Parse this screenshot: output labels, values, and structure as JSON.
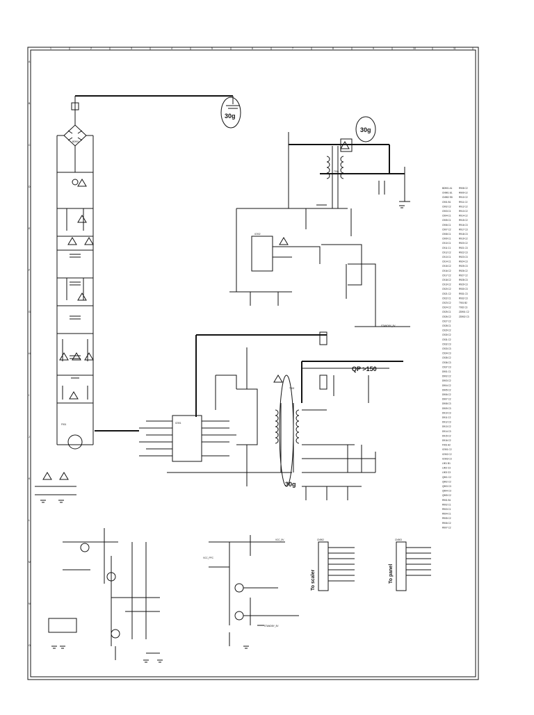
{
  "border": {
    "col_marks": [
      "1",
      "2",
      "3",
      "4",
      "5",
      "6",
      "7",
      "8",
      "9",
      "10",
      "11"
    ],
    "row_marks": [
      "A",
      "B",
      "C",
      "D",
      "E",
      "F",
      "G",
      "H",
      "I",
      "J",
      "K",
      "L",
      "M",
      "N",
      "O"
    ]
  },
  "annotations": {
    "qp_label": "QP >150",
    "to_scaler": "To scaler",
    "to_panel": "To panel",
    "ground_30g_a": "30g",
    "ground_30g_b": "30g",
    "ground_30g_c": "30g",
    "standby_5v_a": "STANDBY_5V",
    "standby_5v_b": "STANDBY_5V",
    "vcc_pfc": "VCC_PFC",
    "vcc_5v": "VCC_5V"
  },
  "components": {
    "bridge": "BD901",
    "main_ic": "IC901",
    "aux_ic": "IC902",
    "transformer_main": "T901",
    "transformer_aux": "T902",
    "fuse": "F901",
    "connector_scaler": "CN902",
    "connector_panel": "CN903"
  },
  "parts_table": [
    "BD901 A1",
    "CN901 E1",
    "CN902 E8",
    "C901 B1",
    "C902 C2",
    "C903 C1",
    "C904 C1",
    "C905 C1",
    "C906 C1",
    "C907 C2",
    "C908 C1",
    "C909 C1",
    "C910 C1",
    "C911 C1",
    "C912 C2",
    "C913 C1",
    "C914 C1",
    "C915 C2",
    "C916 C2",
    "C917 C2",
    "C918 C2",
    "C919 C2",
    "C920 C2",
    "C921 C2",
    "C922 C1",
    "C923 C2",
    "C924 C2",
    "C925 C1",
    "C926 C2",
    "C927 C2",
    "C928 C1",
    "C929 C2",
    "C930 C2",
    "C931 C2",
    "C932 C3",
    "C933 C3",
    "C934 C3",
    "C935 C2",
    "C936 C3",
    "C937 C3",
    "D901 C1",
    "D902 C2",
    "D903 C2",
    "D904 C2",
    "D905 C2",
    "D906 C2",
    "D907 C2",
    "D908 C3",
    "D909 C3",
    "D910 C3",
    "D911 C2",
    "D912 C3",
    "D913 C2",
    "D914 C3",
    "D915 C2",
    "D916 C2",
    "F901 A2",
    "IC901 C2",
    "IC902 C2",
    "IC903 C3",
    "L901 B1",
    "L902 C3",
    "L903 C3",
    "Q901 C2",
    "Q902 C2",
    "Q903 C3",
    "Q904 C3",
    "Q905 C2",
    "R901 B1",
    "R902 C1",
    "R903 C1",
    "R904 C1",
    "R905 C2",
    "R906 C2",
    "R907 C2",
    "R908 C2",
    "R909 C2",
    "R910 C2",
    "R911 C2",
    "R912 C2",
    "R913 C2",
    "R914 C2",
    "R915 C2",
    "R916 C3",
    "R917 C3",
    "R918 C3",
    "R919 C2",
    "R920 C2",
    "R921 C3",
    "R922 C3",
    "R923 C3",
    "R924 C3",
    "R925 C3",
    "R926 C2",
    "R927 C2",
    "R928 C3",
    "R929 C3",
    "R930 C3",
    "R931 C3",
    "R932 C3",
    "T901 B2",
    "T902 C3",
    "ZD901 C2",
    "ZD902 C3"
  ]
}
